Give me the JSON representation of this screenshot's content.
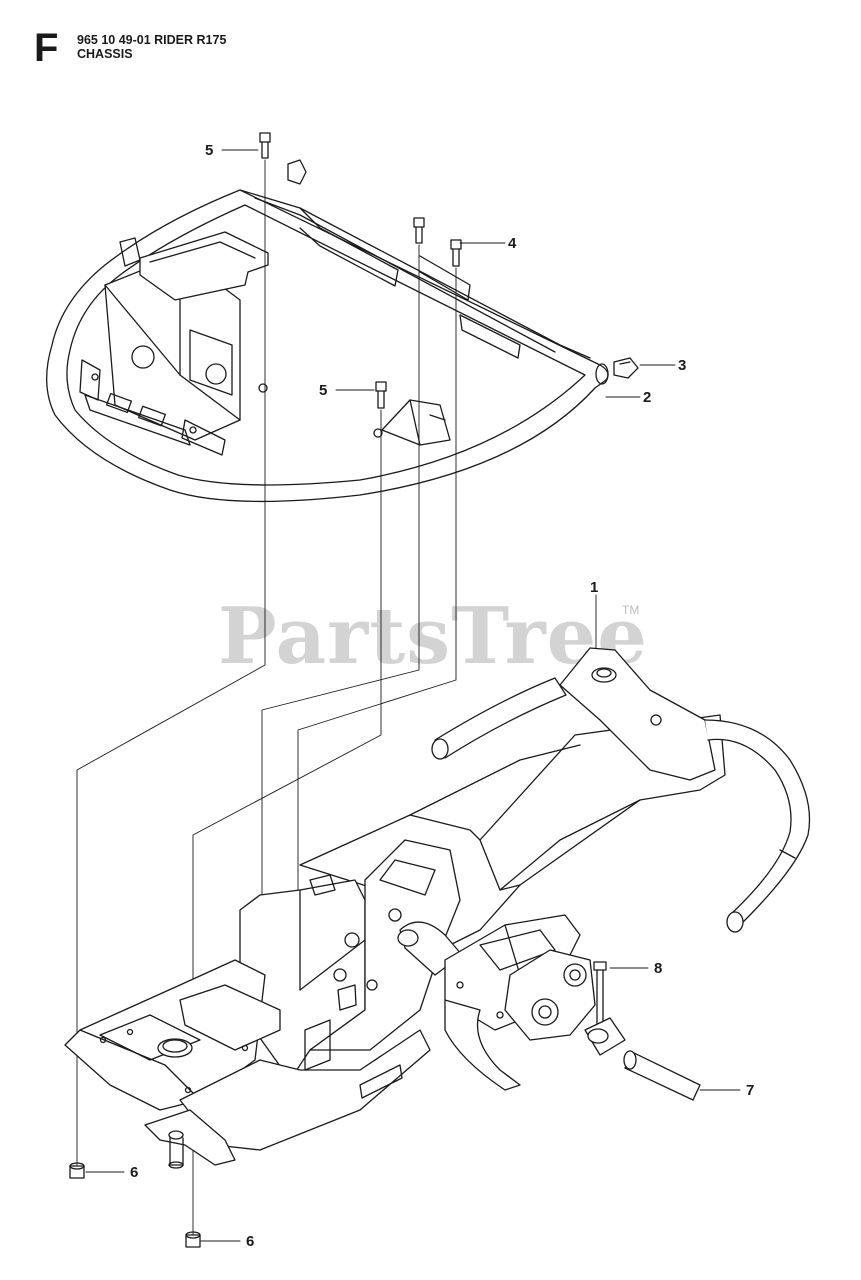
{
  "header": {
    "section_letter": "F",
    "model_line": "965 10 49-01 RIDER R175",
    "section_name": "CHASSIS"
  },
  "watermark": {
    "brand": "PartsTree",
    "tm": "TM"
  },
  "callouts": [
    {
      "id": "callout-1",
      "label": "1"
    },
    {
      "id": "callout-2",
      "label": "2"
    },
    {
      "id": "callout-3",
      "label": "3"
    },
    {
      "id": "callout-4",
      "label": "4"
    },
    {
      "id": "callout-5a",
      "label": "5"
    },
    {
      "id": "callout-5b",
      "label": "5"
    },
    {
      "id": "callout-6a",
      "label": "6"
    },
    {
      "id": "callout-6b",
      "label": "6"
    },
    {
      "id": "callout-7",
      "label": "7"
    },
    {
      "id": "callout-8",
      "label": "8"
    }
  ],
  "colors": {
    "line": "#1a1a1a",
    "fill": "#ffffff",
    "watermark": "#d3d3d3"
  }
}
